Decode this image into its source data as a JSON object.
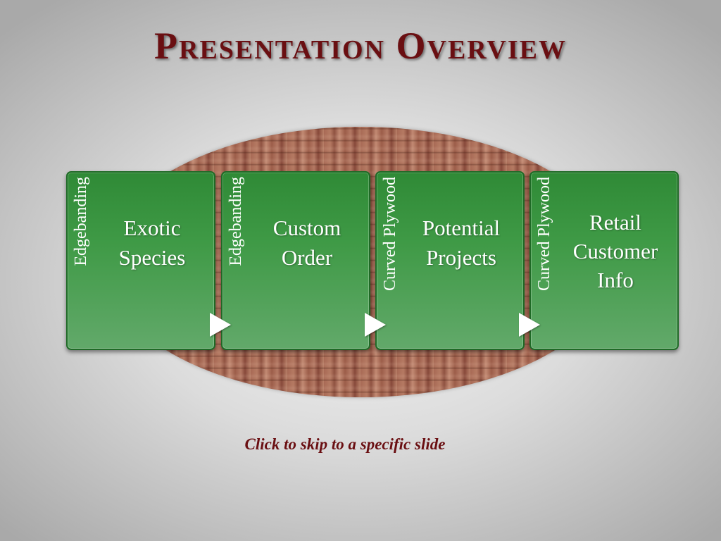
{
  "slide": {
    "title": "Presentation Overview",
    "caption": "Click to skip to a specific slide"
  },
  "steps": [
    {
      "category": "Edgebanding",
      "label": "Exotic\nSpecies"
    },
    {
      "category": "Edgebanding",
      "label": "Custom\nOrder"
    },
    {
      "category": "Curved Plywood",
      "label": "Potential\nProjects"
    },
    {
      "category": "Curved Plywood",
      "label": "Retail\nCustomer\nInfo"
    }
  ],
  "colors": {
    "title": "#6a0f12",
    "box_green": "#2f8a36",
    "caption": "#6a0f12"
  }
}
